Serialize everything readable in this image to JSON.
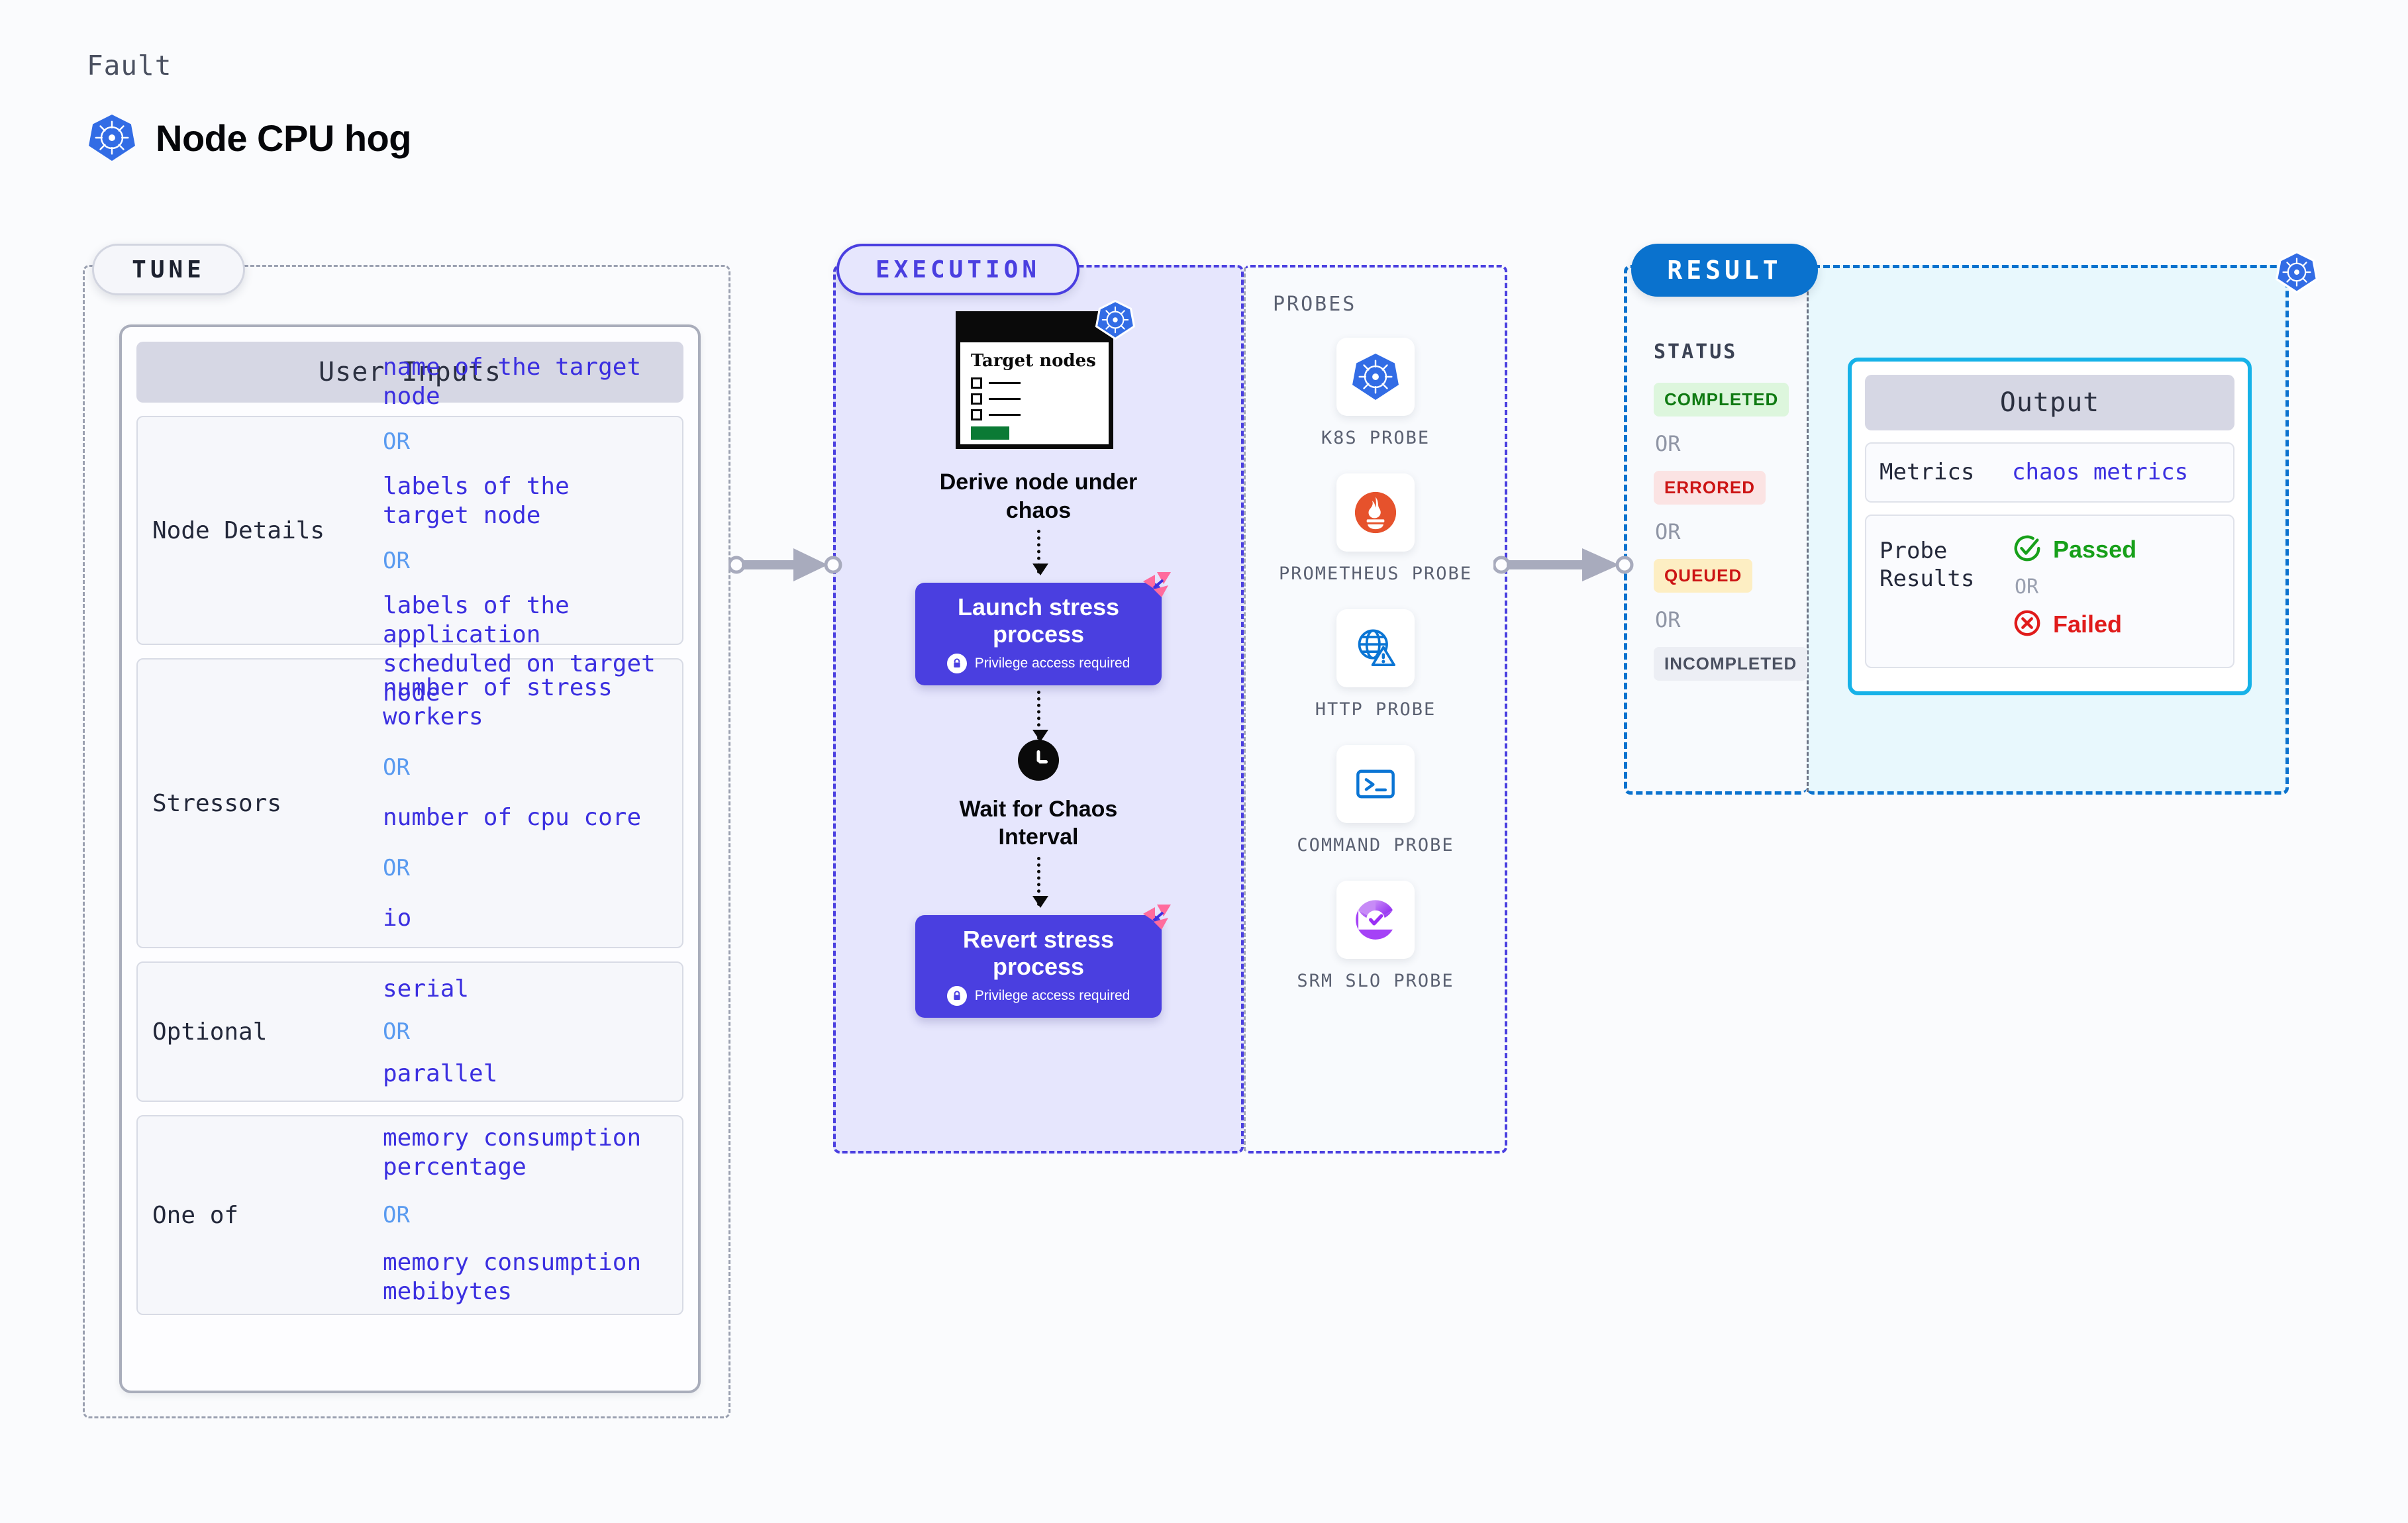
{
  "header": {
    "eyebrow": "Fault",
    "title": "Node CPU hog",
    "icon": "kubernetes-icon"
  },
  "tune": {
    "pill_label": "TUNE",
    "card_header": "User Inputs",
    "rows": [
      {
        "label": "Node Details",
        "values": [
          "name of the target node",
          "labels of the target node",
          "labels of the application scheduled on target node"
        ],
        "separator": "OR"
      },
      {
        "label": "Stressors",
        "values": [
          "number of stress workers",
          "number of cpu core",
          "io"
        ],
        "separator": "OR"
      },
      {
        "label": "Optional",
        "values": [
          "serial",
          "parallel"
        ],
        "separator": "OR"
      },
      {
        "label": "One of",
        "values": [
          "memory consumption percentage",
          "memory consumption mebibytes"
        ],
        "separator": "OR"
      }
    ]
  },
  "execution": {
    "pill_label": "EXECUTION",
    "screen": {
      "title": "Target nodes",
      "icon": "kubernetes-icon"
    },
    "steps": [
      {
        "caption": "Derive node under chaos",
        "type": "screen"
      },
      {
        "caption": "Launch stress process",
        "type": "box",
        "note": "Privilege access required",
        "note_icon": "lock-icon",
        "corner_icon": "chaos-icon"
      },
      {
        "caption": "Wait for Chaos Interval",
        "type": "clock",
        "icon": "clock-icon"
      },
      {
        "caption": "Revert stress process",
        "type": "box",
        "note": "Privilege access required",
        "note_icon": "lock-icon",
        "corner_icon": "chaos-icon"
      }
    ]
  },
  "probes": {
    "title": "PROBES",
    "items": [
      {
        "label": "K8S PROBE",
        "icon": "kubernetes-icon"
      },
      {
        "label": "PROMETHEUS PROBE",
        "icon": "prometheus-icon"
      },
      {
        "label": "HTTP PROBE",
        "icon": "globe-warning-icon"
      },
      {
        "label": "COMMAND PROBE",
        "icon": "terminal-icon"
      },
      {
        "label": "SRM SLO PROBE",
        "icon": "srm-slo-icon"
      }
    ]
  },
  "result": {
    "pill_label": "RESULT",
    "status_title": "STATUS",
    "separator": "OR",
    "statuses": [
      {
        "label": "COMPLETED",
        "tone": "success"
      },
      {
        "label": "ERRORED",
        "tone": "error"
      },
      {
        "label": "QUEUED",
        "tone": "warning"
      },
      {
        "label": "INCOMPLETED",
        "tone": "neutral"
      }
    ],
    "output": {
      "card_header": "Output",
      "metrics_label": "Metrics",
      "metrics_value": "chaos metrics",
      "probe_results_label": "Probe Results",
      "passed_label": "Passed",
      "failed_label": "Failed",
      "separator": "OR",
      "passed_icon": "check-circle-icon",
      "failed_icon": "x-circle-icon"
    },
    "corner_icon": "kubernetes-icon"
  },
  "colors": {
    "accent_indigo": "#4a3fe0",
    "accent_blue": "#0a72ce",
    "accent_cyan": "#16b2e8",
    "k8s_blue": "#326ce5",
    "success": "#17a01a",
    "error": "#e01b1b",
    "warning": "#fdeec3",
    "chaos_pink": "#ff6b9d"
  }
}
